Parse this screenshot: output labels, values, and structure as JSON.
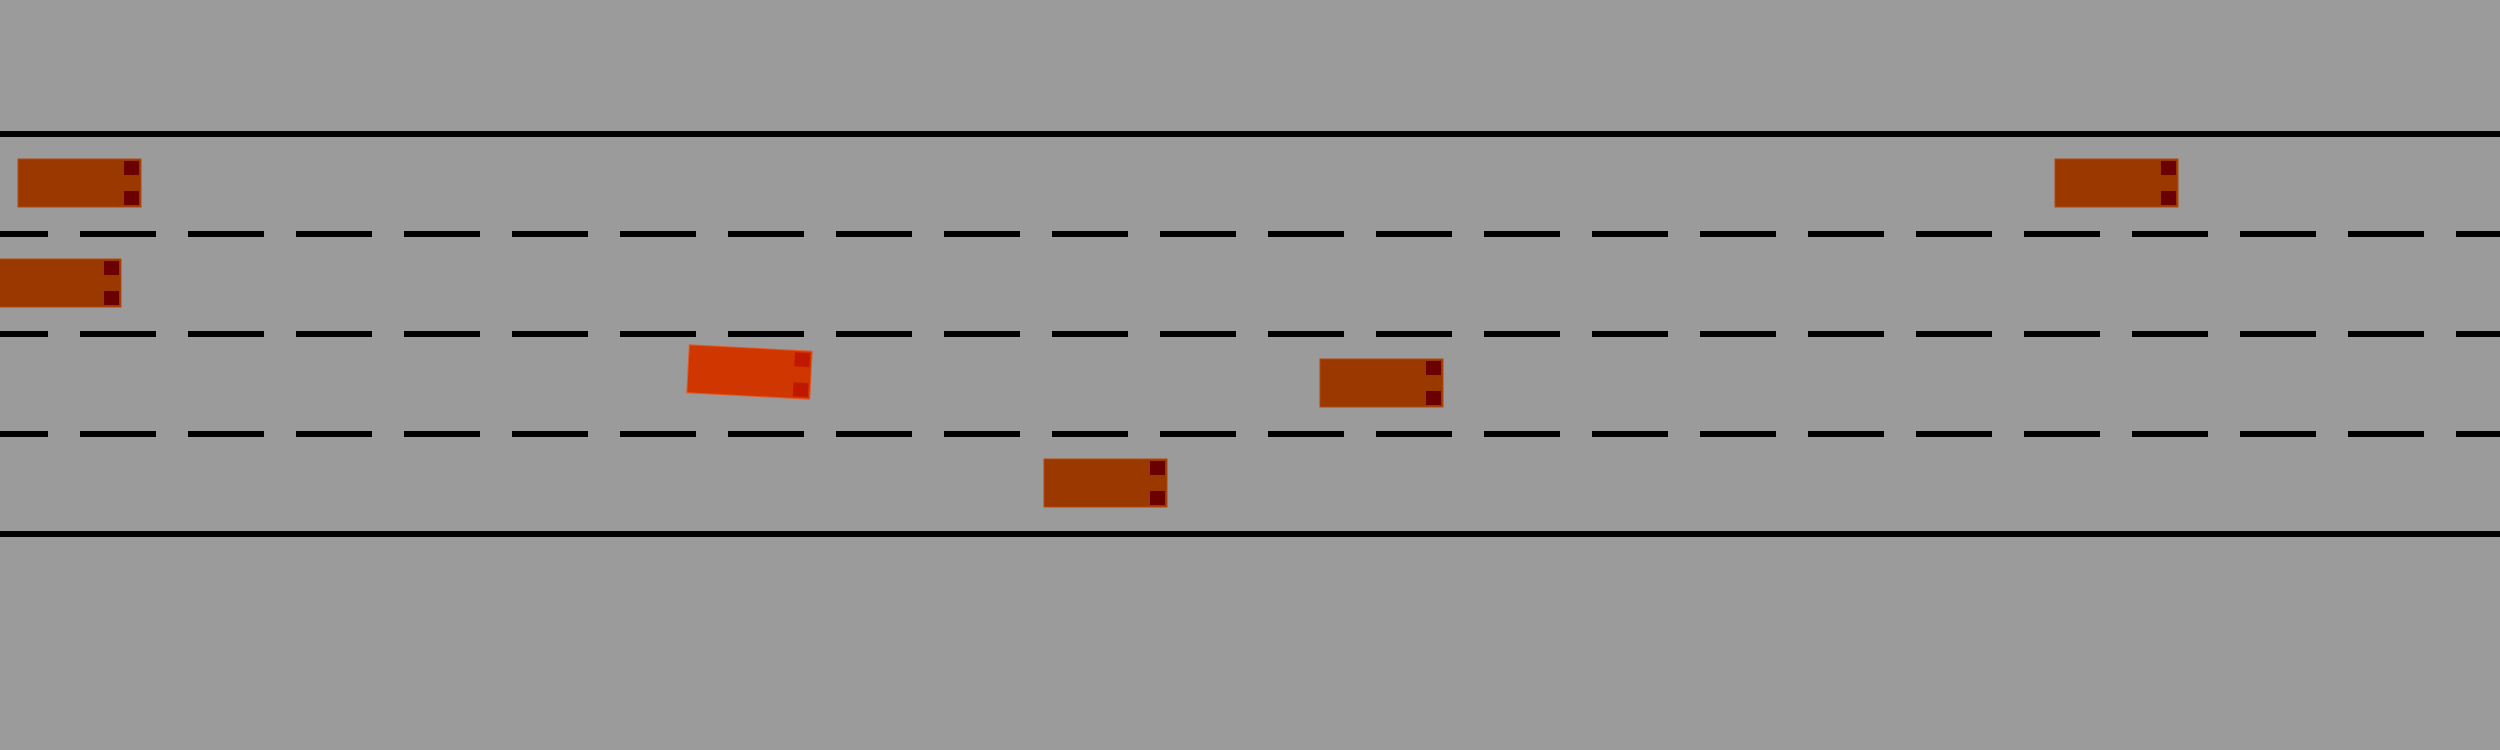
{
  "scene": {
    "type": "highway-driving-simulation",
    "lane_count": 4,
    "colors": {
      "ground": "#9b9b9b",
      "lane_marking": "#000000",
      "other_vehicle": "#9a3800",
      "ego_vehicle": "#d03600",
      "taillight": "#6b0000",
      "ego_taillight": "#c01800"
    }
  },
  "vehicles": [
    {
      "role": "other",
      "lane": 1,
      "heading_deg": 0
    },
    {
      "role": "other",
      "lane": 1,
      "heading_deg": 0
    },
    {
      "role": "other",
      "lane": 2,
      "heading_deg": 0
    },
    {
      "role": "ego",
      "lane": 3,
      "heading_deg": 3
    },
    {
      "role": "other",
      "lane": 3,
      "heading_deg": 0
    },
    {
      "role": "other",
      "lane": 4,
      "heading_deg": 0
    }
  ]
}
